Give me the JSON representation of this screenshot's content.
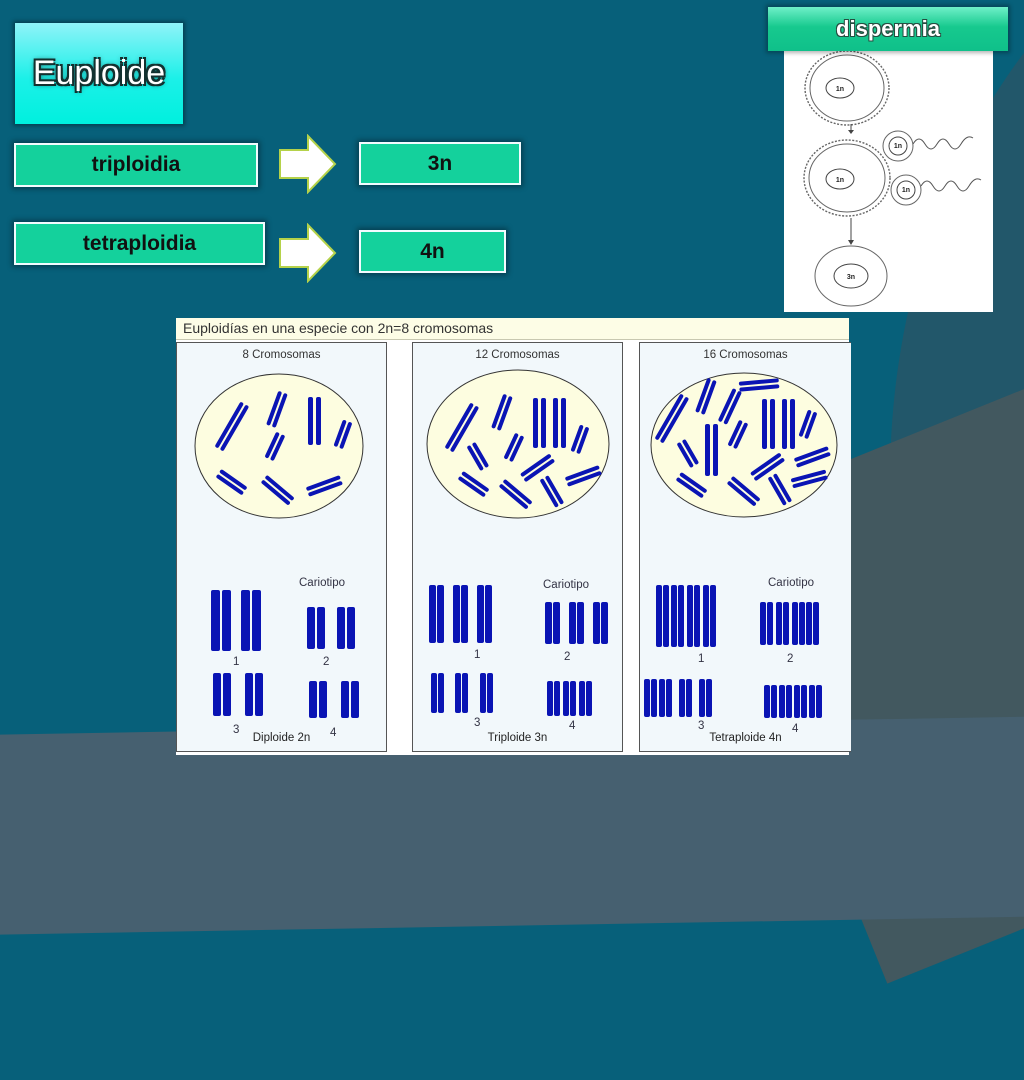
{
  "slide": {
    "title": "Euploide",
    "rows": [
      {
        "term": "triploidia",
        "value": "3n"
      },
      {
        "term": "tetraploidia",
        "value": "4n"
      }
    ],
    "colors": {
      "background": "#07607a",
      "title_box": "#00f0de",
      "label_box": "#14d19c",
      "arrow_fill": "#ffffff",
      "arrow_stroke": "#b5d24a",
      "chromosome": "#0a14b4",
      "nucleus_fill": "#fdfde0"
    }
  },
  "dispermia": {
    "title": "dispermia",
    "egg_label": "1n",
    "sperm_labels": [
      "1n",
      "1n"
    ],
    "fertilized_egg_label": "1n",
    "result_label": "3n"
  },
  "figure": {
    "title": "Euploidías en una especie con 2n=8 cromosomas",
    "panels": [
      {
        "title": "8 Cromosomas",
        "karyotype_label": "Cariotipo",
        "pair_numbers": [
          "1",
          "2",
          "3",
          "4"
        ],
        "footer": "Diploide 2n",
        "copies_per_chromosome": 2
      },
      {
        "title": "12 Cromosomas",
        "karyotype_label": "Cariotipo",
        "pair_numbers": [
          "1",
          "2",
          "3",
          "4"
        ],
        "footer": "Triploide 3n",
        "copies_per_chromosome": 3
      },
      {
        "title": "16 Cromosomas",
        "karyotype_label": "Cariotipo",
        "pair_numbers": [
          "1",
          "2",
          "3",
          "4"
        ],
        "footer": "Tetraploide 4n",
        "copies_per_chromosome": 4
      }
    ]
  }
}
